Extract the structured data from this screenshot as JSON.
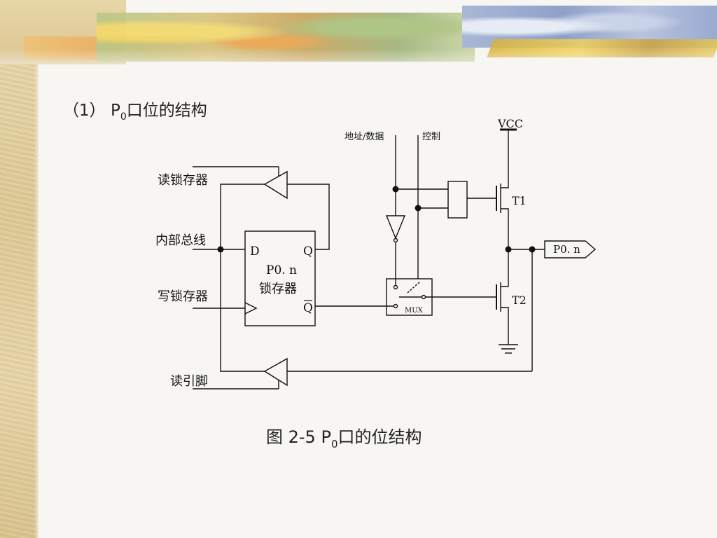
{
  "heading": {
    "prefix": "（1）  P",
    "sub": "0",
    "rest": "口位的结构"
  },
  "caption": {
    "prefix": "图 2-5  P",
    "sub": "0",
    "rest": "口的位结构"
  },
  "diagram": {
    "read_latch": "读锁存器",
    "internal_bus": "内部总线",
    "write_latch": "写锁存器",
    "read_pin": "读引脚",
    "pin_D": "D",
    "pin_Q": "Q",
    "pin_Qbar": "Q",
    "latch_line1": "P0. n",
    "latch_line2": "锁存器",
    "addr_data": "地址/数据",
    "control": "控制",
    "vcc": "VCC",
    "t1": "T1",
    "t2": "T2",
    "mux": "MUX",
    "output_pin": "P0. n"
  }
}
